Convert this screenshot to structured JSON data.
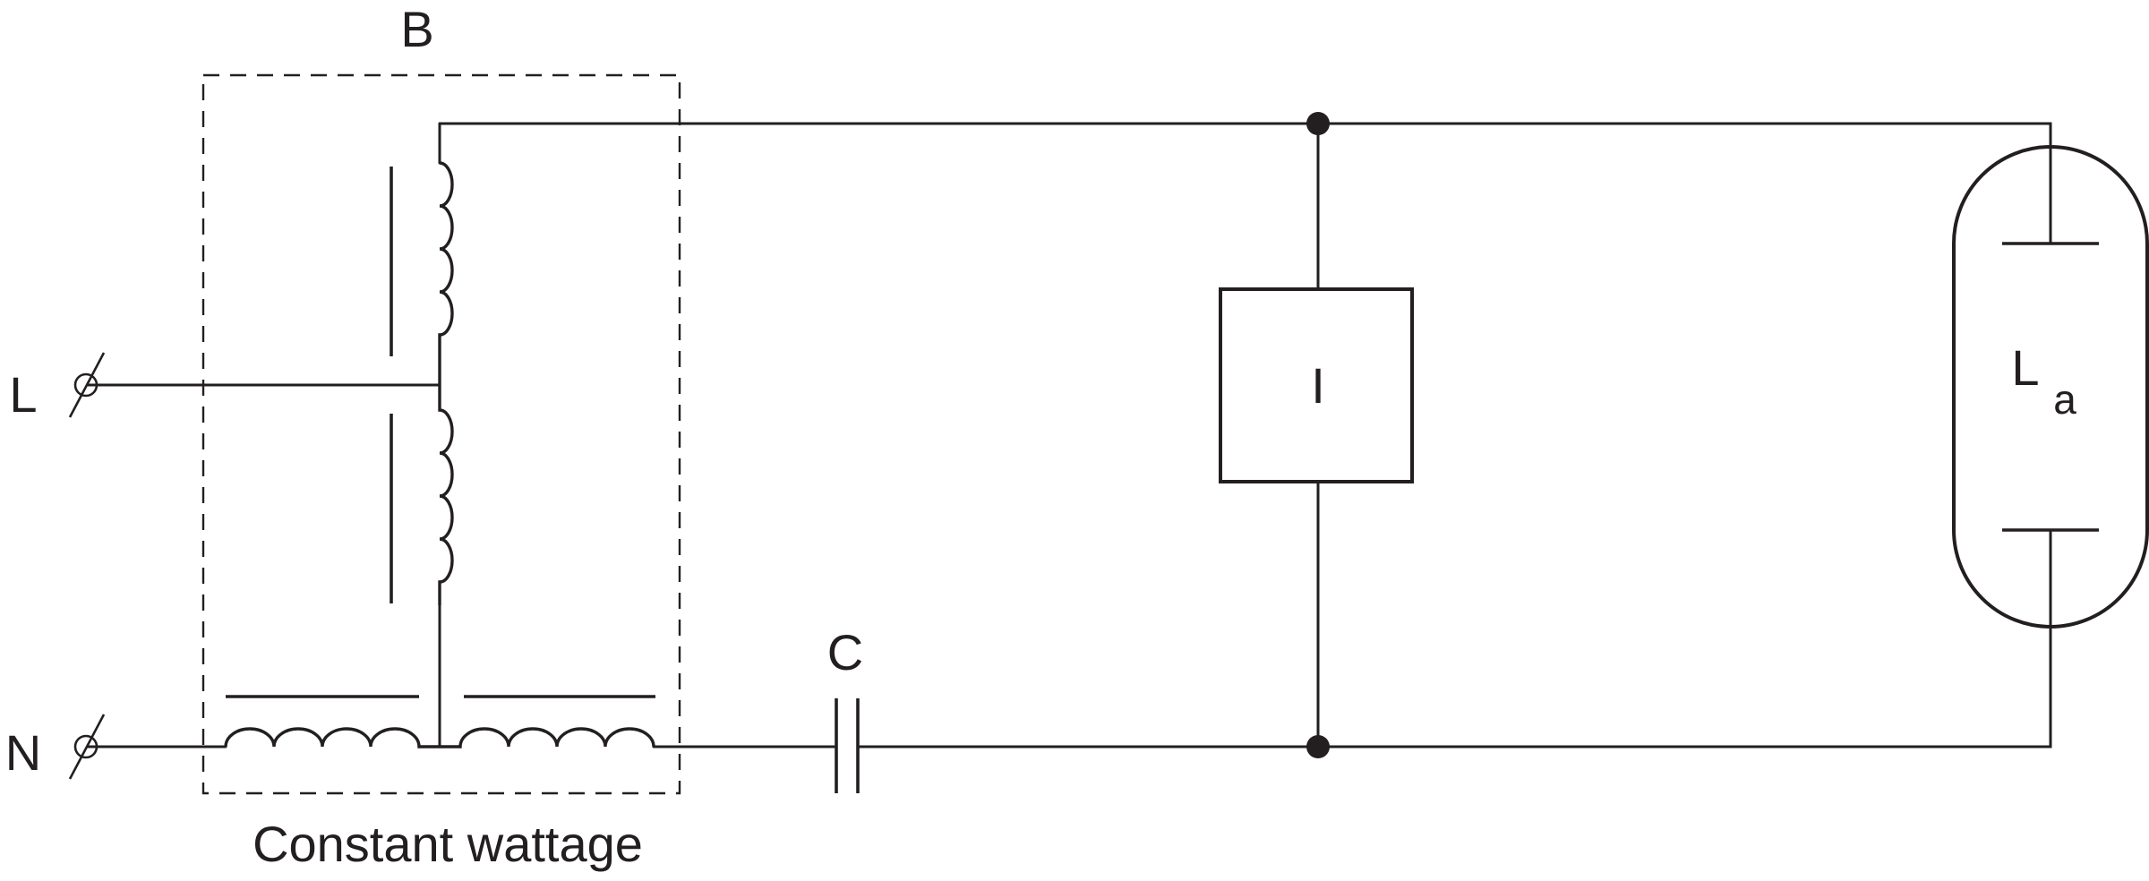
{
  "labels": {
    "ballast": "B",
    "line": "L",
    "neutral": "N",
    "capacitor": "C",
    "ignitor": "I",
    "lamp_main": "L",
    "lamp_sub": "a",
    "caption": "Constant wattage"
  }
}
